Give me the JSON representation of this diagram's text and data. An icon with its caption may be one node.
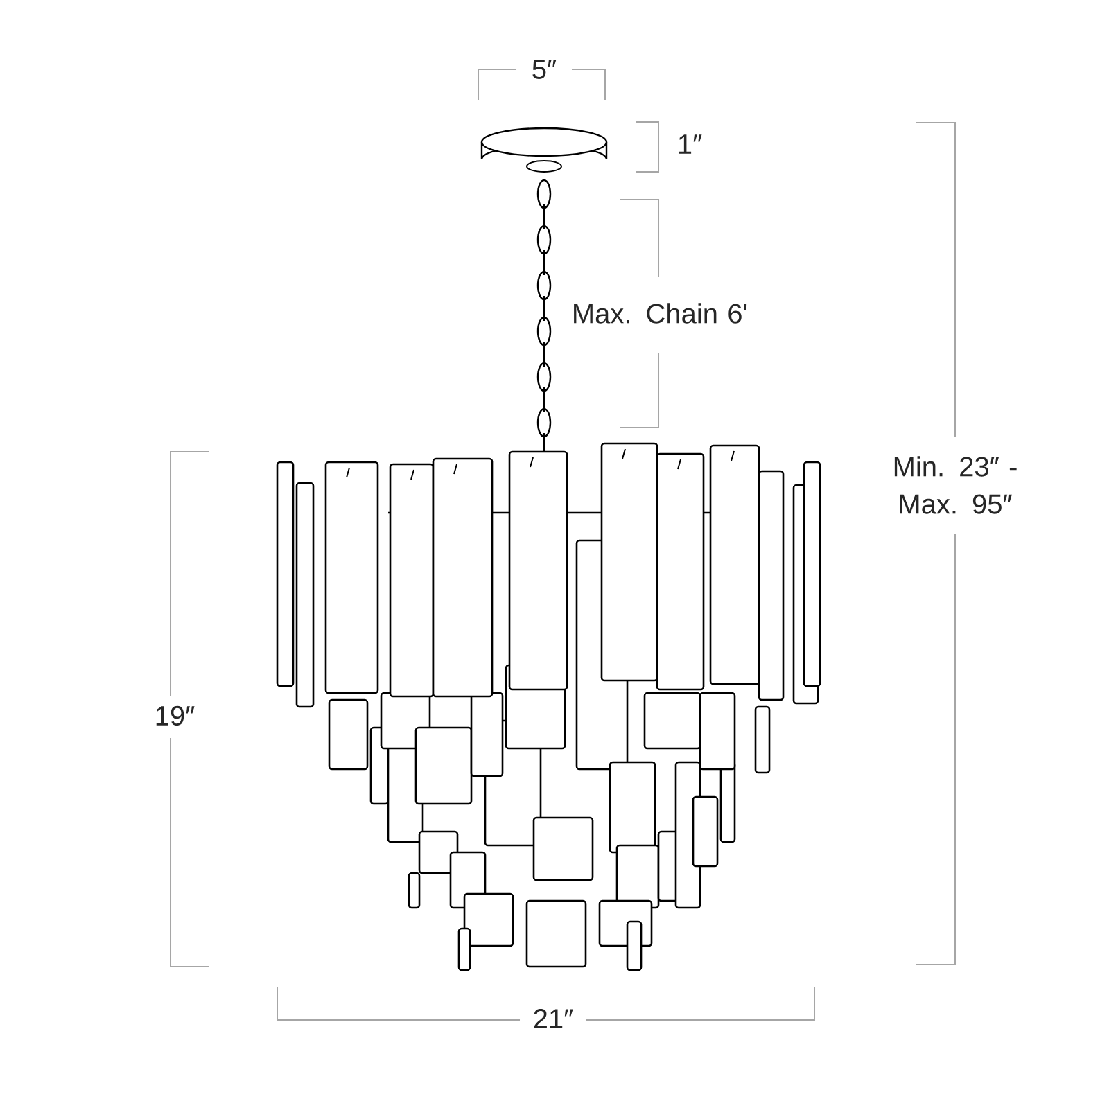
{
  "diagram": {
    "labels": [
      "5″",
      "1″",
      "Max. Chain 6'",
      "Min. 23″ - Max. 95″",
      "19″",
      "21″"
    ]
  }
}
